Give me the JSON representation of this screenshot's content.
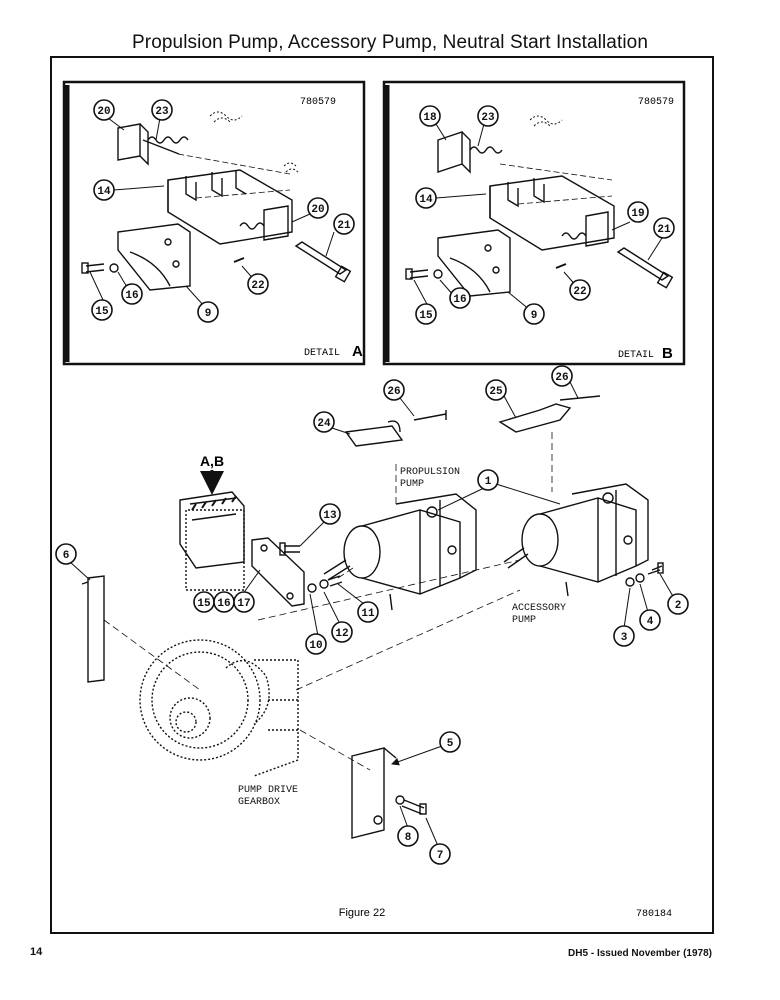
{
  "page_title": "Propulsion Pump, Accessory Pump, Neutral Start Installation",
  "detail_a": {
    "drawing_no": "780579",
    "label_word": "DETAIL",
    "label_letter": "A",
    "callouts": [
      "20",
      "23",
      "14",
      "20",
      "21",
      "22",
      "15",
      "16",
      "9"
    ]
  },
  "detail_b": {
    "drawing_no": "780579",
    "label_word": "DETAIL",
    "label_letter": "B",
    "callouts": [
      "18",
      "23",
      "14",
      "19",
      "21",
      "22",
      "15",
      "16",
      "9"
    ]
  },
  "main": {
    "labels": {
      "propulsion_pump": [
        "PROPULSION",
        "PUMP"
      ],
      "accessory_pump": [
        "ACCESSORY",
        "PUMP"
      ],
      "gearbox": [
        "PUMP DRIVE",
        "GEARBOX"
      ],
      "detail_ref": "A,B"
    },
    "callouts": [
      "26",
      "24",
      "26",
      "25",
      "1",
      "13",
      "6",
      "15",
      "16",
      "17",
      "11",
      "12",
      "10",
      "2",
      "4",
      "3",
      "5",
      "8",
      "7"
    ]
  },
  "figure_caption": "Figure 22",
  "drawing_no": "780184",
  "page_number": "14",
  "footer": "DH5 - Issued November (1978)"
}
